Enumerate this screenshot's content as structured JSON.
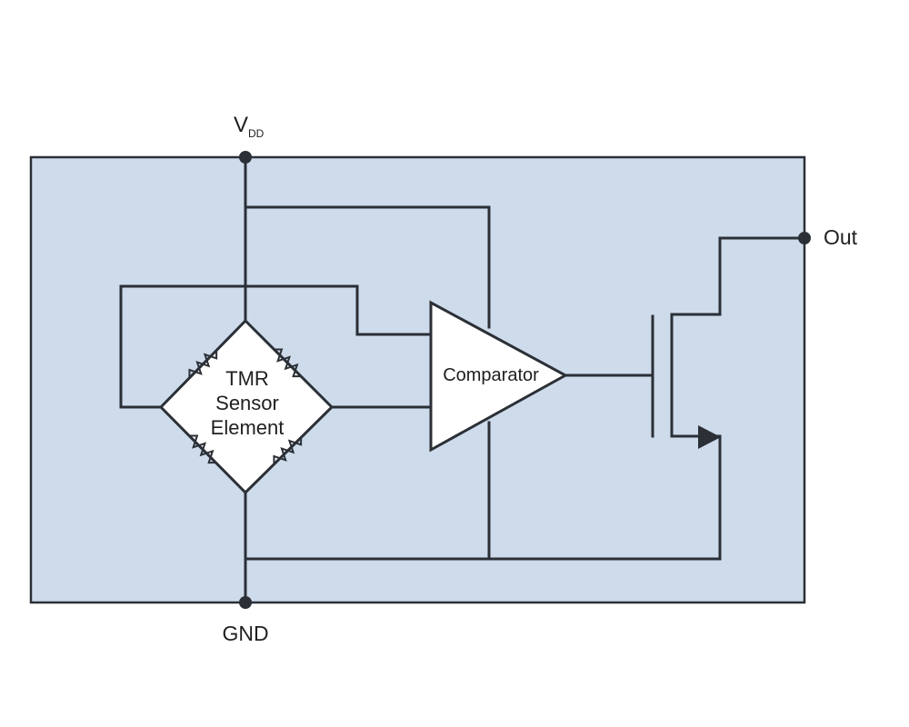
{
  "labels": {
    "vdd_main": "V",
    "vdd_sub": "DD",
    "gnd": "GND",
    "out": "Out",
    "comparator": "Comparator",
    "sensor_line1": "TMR",
    "sensor_line2": "Sensor",
    "sensor_line3": "Element"
  },
  "colors": {
    "package_fill": "#cddbeb",
    "wire": "#2b2f36",
    "element_fill": "#ffffff"
  }
}
